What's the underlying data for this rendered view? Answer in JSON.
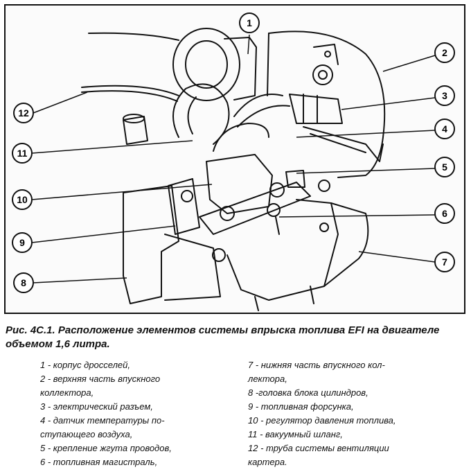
{
  "callouts": [
    "1",
    "2",
    "3",
    "4",
    "5",
    "6",
    "7",
    "8",
    "9",
    "10",
    "11",
    "12"
  ],
  "caption": "Рис. 4С.1. Расположение элементов системы впрыска топлива EFI на двигателе объемом 1,6 литра.",
  "legend": {
    "left": [
      {
        "line1": "1 - корпус дросселей,",
        "line2": ""
      },
      {
        "line1": "2 - верхняя часть впускного",
        "line2": "коллектора,"
      },
      {
        "line1": "3 - электрический разъем,",
        "line2": ""
      },
      {
        "line1": "4 - датчик температуры по-",
        "line2": "ступающего воздуха,"
      },
      {
        "line1": "5 - крепление жгута проводов,",
        "line2": ""
      },
      {
        "line1": "6 - топливная магистраль,",
        "line2": ""
      }
    ],
    "right": [
      {
        "line1": "7 - нижняя часть впускного кол-",
        "line2": "лектора,"
      },
      {
        "line1": "8 -головка блока цилиндров,",
        "line2": ""
      },
      {
        "line1": "9 - топливная форсунка,",
        "line2": ""
      },
      {
        "line1": "10 - регулятор давления топлива,",
        "line2": ""
      },
      {
        "line1": "11 - вакуумный шланг,",
        "line2": ""
      },
      {
        "line1": "12 - труба системы вентиляции",
        "line2": "картера."
      }
    ]
  }
}
